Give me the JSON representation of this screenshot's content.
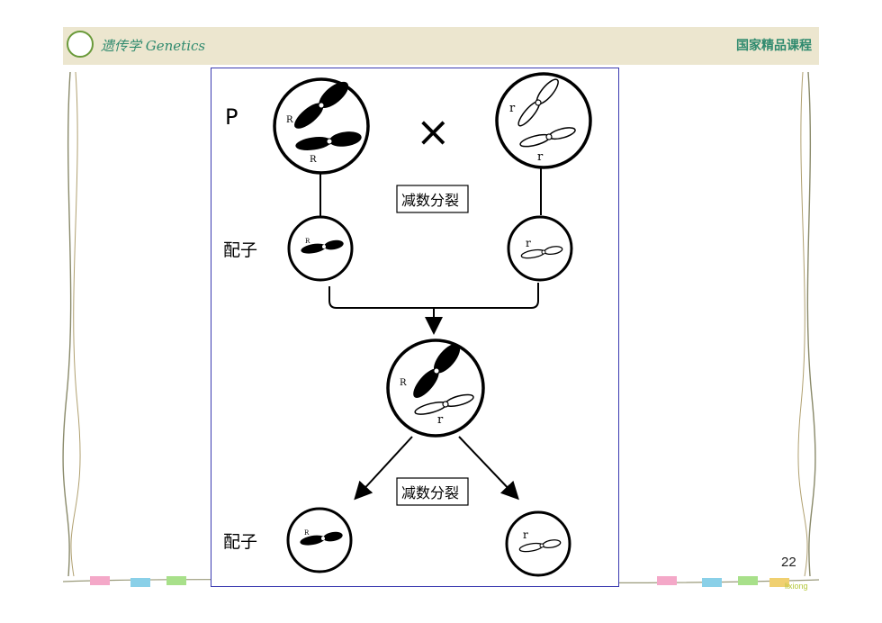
{
  "header": {
    "title": "遗传学 Genetics",
    "right_label": "国家精品课程"
  },
  "diagram": {
    "parent_label": "P",
    "cross_symbol": "×",
    "meiosis_label_1": "减数分裂",
    "meiosis_label_2": "减数分裂",
    "gamete_label_1": "配子",
    "gamete_label_2": "配子",
    "allele_dominant": "R",
    "allele_recessive": "r"
  },
  "footer": {
    "page_number": "22",
    "watermark": "lixiong"
  }
}
